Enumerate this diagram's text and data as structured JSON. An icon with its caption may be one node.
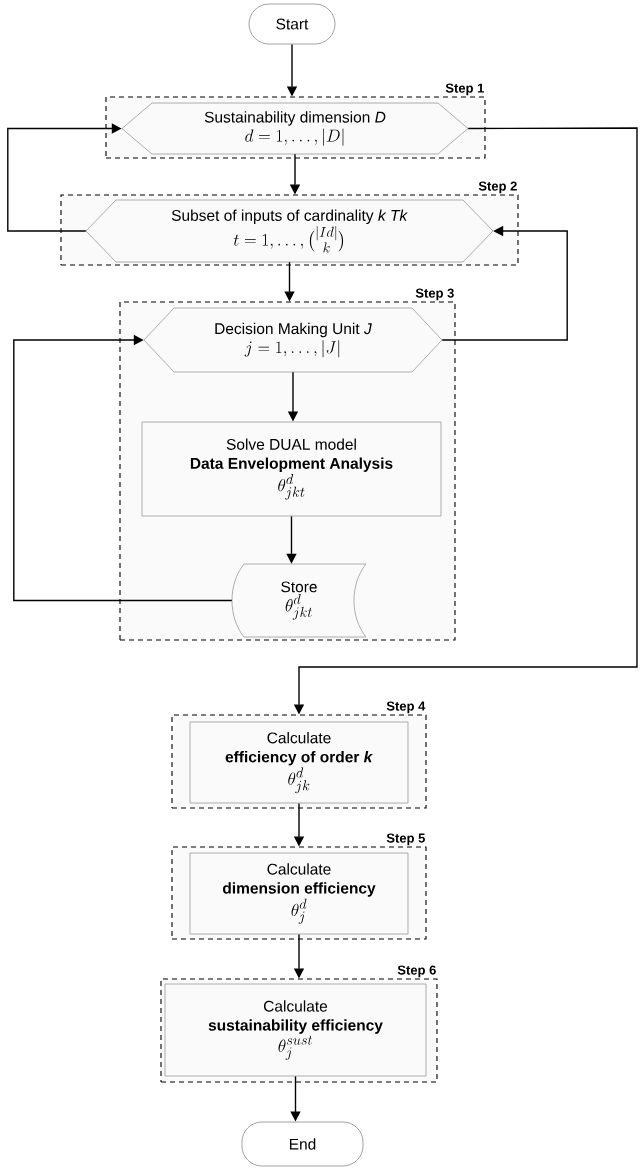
{
  "diagram": {
    "nodes": [
      {
        "text": [
          "Start"
        ]
      },
      {
        "text": [
          "Step 1"
        ]
      },
      {
        "text": [
          "Sustainability dimension *D*",
          "d = 1, \\ldots, |D|"
        ],
        "in": 1
      },
      {
        "text": [
          "Step 2"
        ]
      },
      {
        "text": [
          "Subset of inputs of cardinality *k Tk*",
          "t = 1, \\ldots, \\tbinom{|Id|}{k}"
        ],
        "in": 3
      },
      {
        "text": [
          "Step 3"
        ]
      },
      {
        "text": [
          "Decision Making Unit *J*",
          "j = 1, \\ldots, |J|"
        ],
        "in": 5
      },
      {
        "text": [
          "Solve DUAL model",
          "Data Envelopment Analysis",
          "\\theta^{d}_{jkt}"
        ],
        "in": 5
      },
      {
        "text": [
          "Store",
          "\\theta^{d}_{jkt}"
        ],
        "in": 5
      },
      {
        "text": [
          "Step 4"
        ]
      },
      {
        "text": [
          "Calculate",
          "efficiency of order *k*",
          "\\theta^{d}_{jk}"
        ],
        "in": 9
      },
      {
        "text": [
          "Step 5"
        ]
      },
      {
        "text": [
          "Calculate",
          "dimension efficiency",
          "\\theta^{d}_{j}"
        ],
        "in": 11
      },
      {
        "text": [
          "Step 6"
        ]
      },
      {
        "text": [
          "Calculate",
          "sustainability efficiency",
          "\\theta^{sust}_{j}"
        ],
        "in": 13
      },
      {
        "text": [
          "End"
        ]
      }
    ],
    "edges": [
      {
        "from": 0,
        "to": 1,
        "arrow": "to"
      },
      {
        "from": 2,
        "to": 3,
        "arrow": "to"
      },
      {
        "from": 4,
        "to": 5,
        "arrow": "to"
      },
      {
        "from": 6,
        "to": 7,
        "arrow": "to"
      },
      {
        "from": 7,
        "to": 8,
        "arrow": "to"
      },
      {
        "from": 8,
        "to": 6,
        "arrow": "to"
      },
      {
        "from": 6,
        "to": 4,
        "arrow": "to"
      },
      {
        "from": 4,
        "to": 2,
        "arrow": "to"
      },
      {
        "from": 2,
        "to": 9,
        "arrow": "to"
      },
      {
        "from": 10,
        "to": 11,
        "arrow": "to"
      },
      {
        "from": 12,
        "to": 13,
        "arrow": "to"
      },
      {
        "from": 14,
        "to": 15,
        "arrow": "to"
      }
    ]
  }
}
